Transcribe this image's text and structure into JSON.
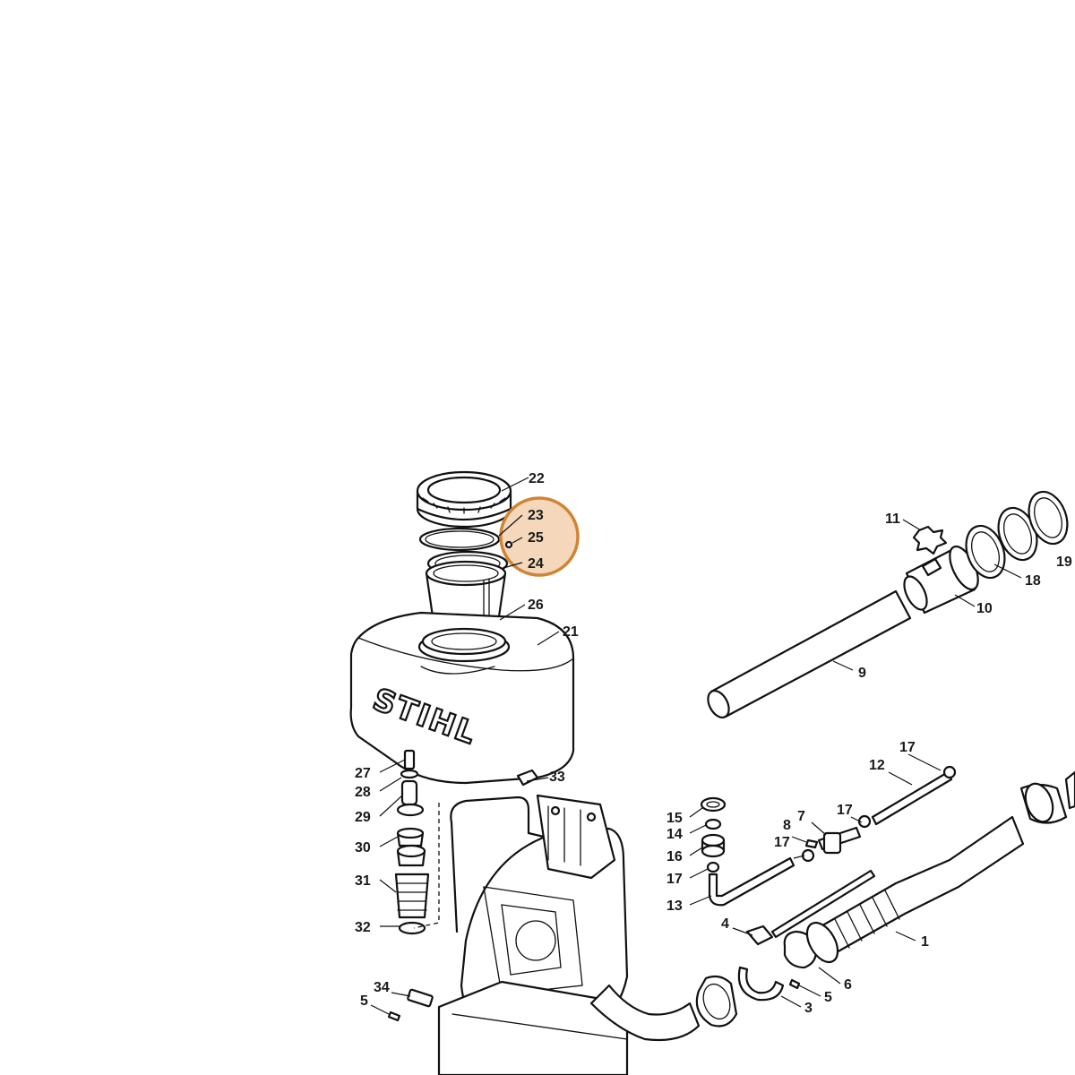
{
  "brand_logo": "STIHL",
  "highlight": {
    "color": "#d98a3a",
    "fill": "#f0c8a0",
    "labels": [
      "23",
      "25",
      "24"
    ]
  },
  "callouts": {
    "p22": "22",
    "p23": "23",
    "p25": "25",
    "p24": "24",
    "p26": "26",
    "p21": "21",
    "p27": "27",
    "p28": "28",
    "p29": "29",
    "p30": "30",
    "p31": "31",
    "p32": "32",
    "p33": "33",
    "p34": "34",
    "p5a": "5",
    "p5b": "5",
    "p11": "11",
    "p19": "19",
    "p18": "18",
    "p10": "10",
    "p9": "9",
    "p17a": "17",
    "p12": "12",
    "p15": "15",
    "p14": "14",
    "p16": "16",
    "p17b": "17",
    "p13": "13",
    "p8": "8",
    "p7": "7",
    "p17c": "17",
    "p17d": "17",
    "p4": "4",
    "p1": "1",
    "p6": "6",
    "p3": "3"
  }
}
